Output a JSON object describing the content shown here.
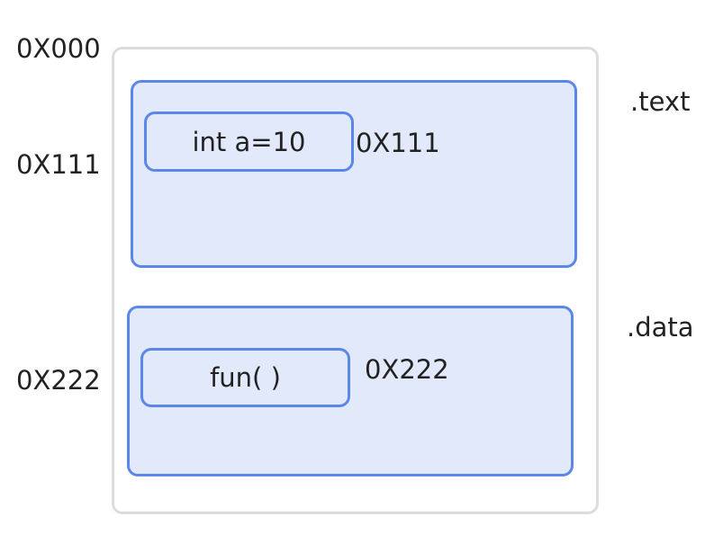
{
  "addresses": {
    "left_top": "0X000",
    "left_mid": "0X111",
    "left_bottom": "0X222"
  },
  "sections": {
    "text": {
      "label": ".text",
      "item": "int a=10",
      "item_address": "0X111"
    },
    "data": {
      "label": ".data",
      "item": "fun( )",
      "item_address": "0X222"
    }
  },
  "colors": {
    "section_fill": "#e1e9fb",
    "section_border": "#5b87ea",
    "outer_border": "#dcdcdc"
  }
}
